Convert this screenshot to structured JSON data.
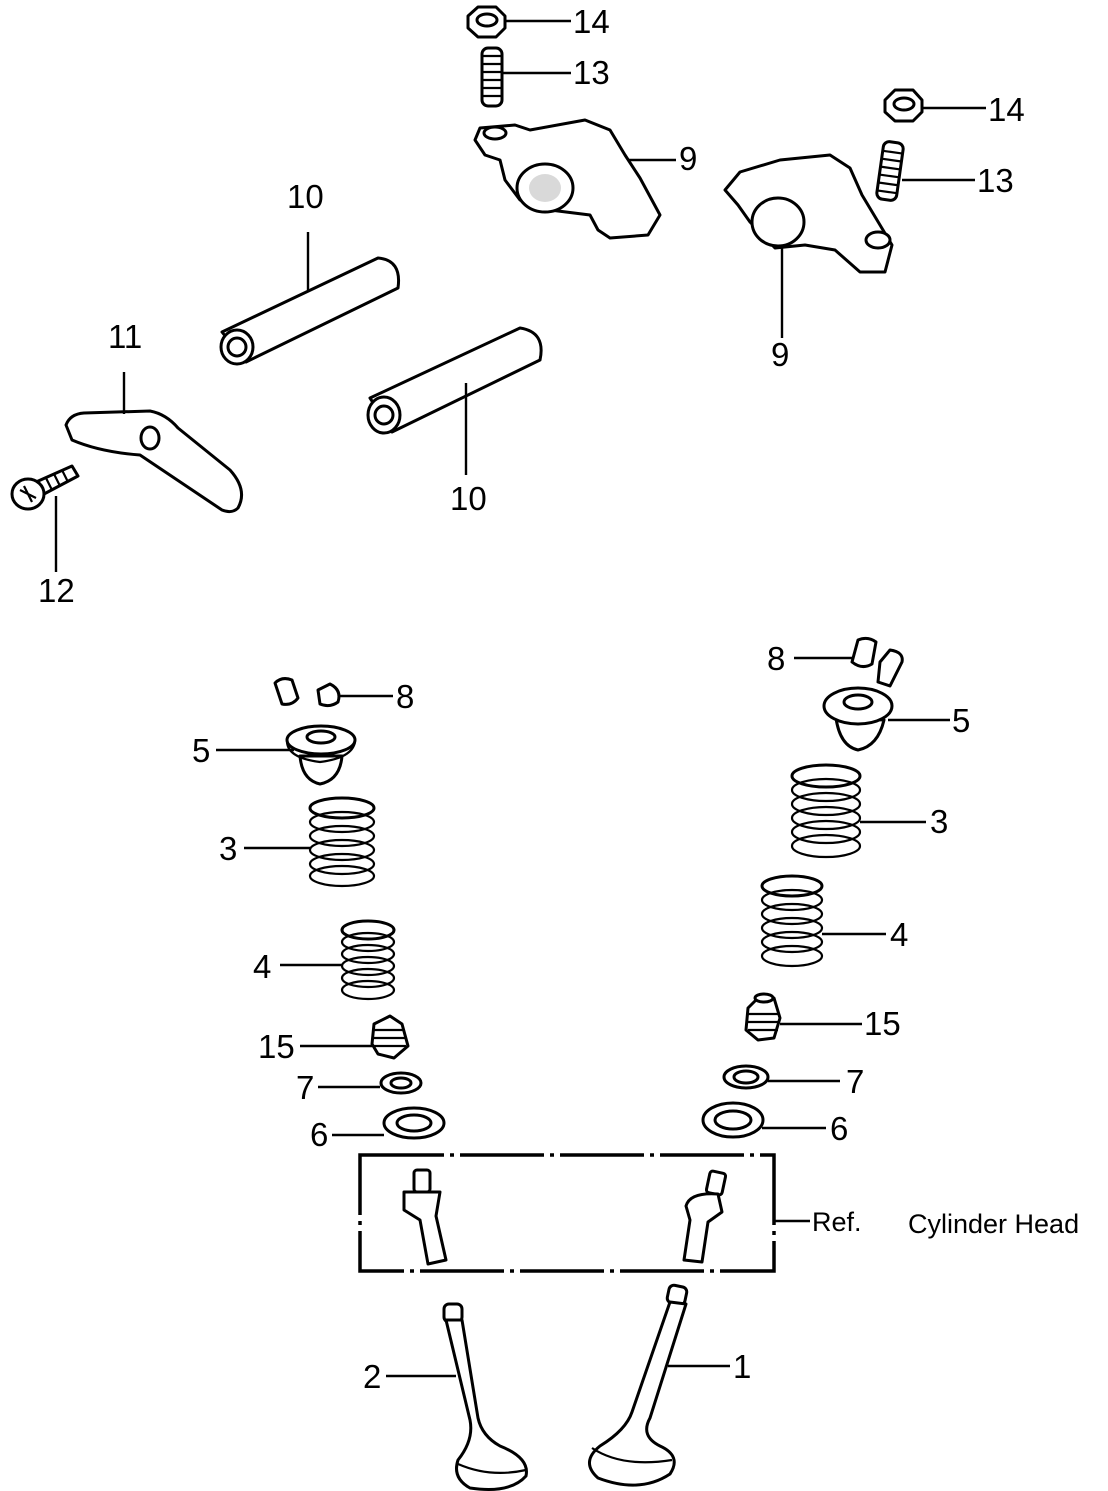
{
  "callouts": {
    "c14a": "14",
    "c13a": "13",
    "c9a": "9",
    "c14b": "14",
    "c13b": "13",
    "c9b": "9",
    "c10a": "10",
    "c10b": "10",
    "c11": "11",
    "c12": "12",
    "c8a": "8",
    "c5a": "5",
    "c3a": "3",
    "c4a": "4",
    "c15a": "15",
    "c7a": "7",
    "c6a": "6",
    "c8b": "8",
    "c5b": "5",
    "c3b": "3",
    "c4b": "4",
    "c15b": "15",
    "c7b": "7",
    "c6b": "6",
    "c2": "2",
    "c1": "1"
  },
  "reference": {
    "prefix": "Ref.",
    "name": "Cylinder Head"
  }
}
